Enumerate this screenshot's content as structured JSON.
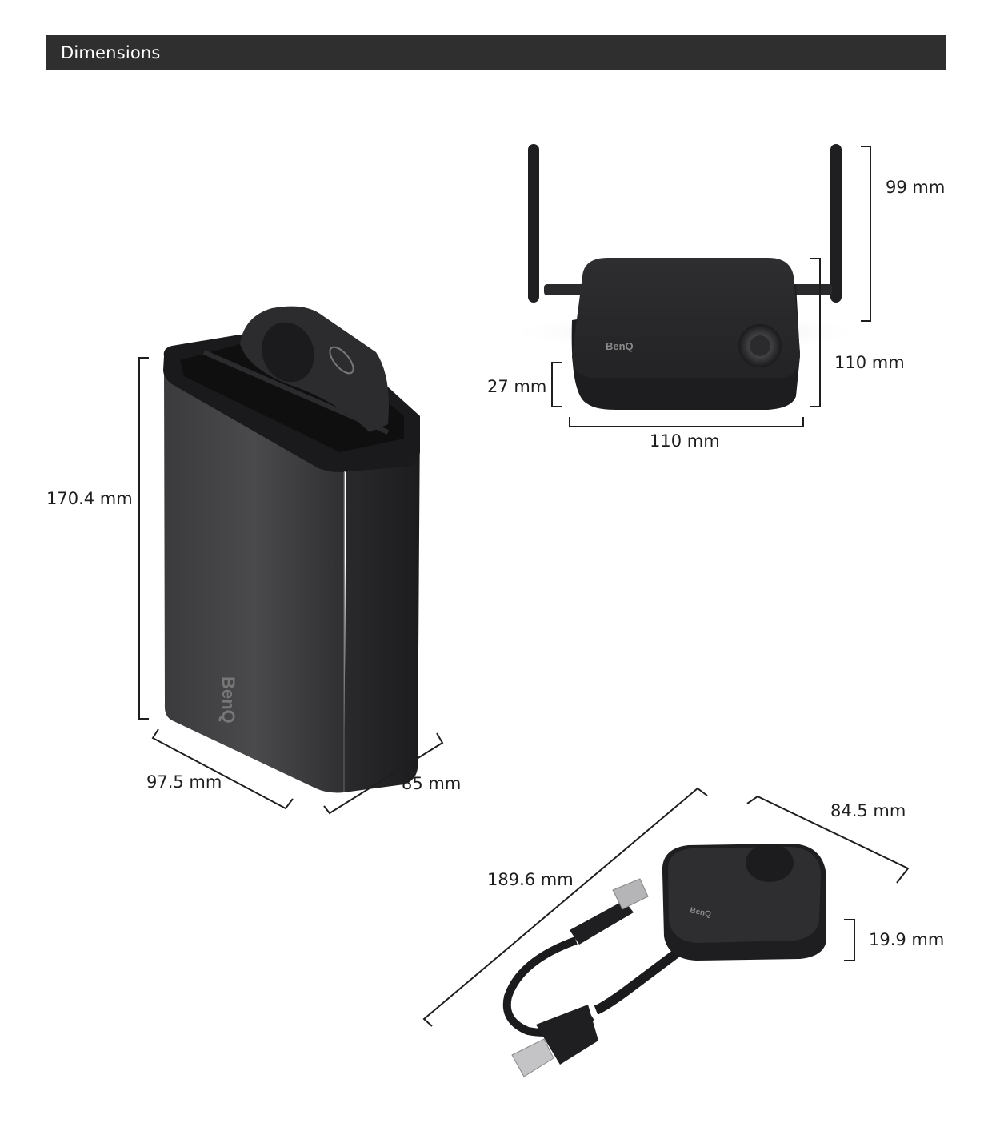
{
  "header": {
    "title": "Dimensions"
  },
  "products": {
    "cradle": {
      "logo": "BenQ",
      "dimensions": {
        "height": "170.4 mm",
        "width": "97.5 mm",
        "depth": "85 mm"
      }
    },
    "receiver": {
      "logo": "BenQ",
      "dimensions": {
        "antenna_height": "99 mm",
        "total_height": "110 mm",
        "body_height": "27 mm",
        "width": "110 mm"
      }
    },
    "button": {
      "logo": "BenQ",
      "dimensions": {
        "length": "189.6 mm",
        "width": "84.5 mm",
        "height": "19.9 mm"
      }
    }
  },
  "colors": {
    "header_bg": "#2f2f2f",
    "product_body": "#2a2a2c",
    "dimension_line": "#1e1e1e"
  }
}
